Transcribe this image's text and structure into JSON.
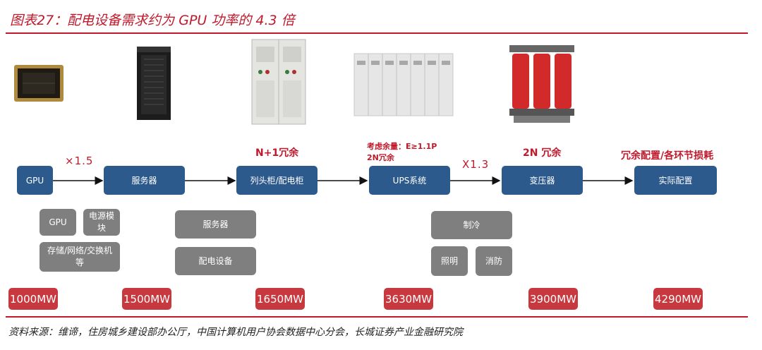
{
  "title": "图表27：配电设备需求约为 GPU 功率的 4.3 倍",
  "source": "资料来源：维谛，住房城乡建设部办公厅，中国计算机用户协会数据中心分会，长城证券产业金融研究院",
  "stages": [
    "GPU",
    "服务器",
    "列头柜/配电柜",
    "UPS系统",
    "变压器",
    "实际配置"
  ],
  "multipliers": {
    "gpu_to_server": "×1.5",
    "ups_to_transformer": "X1.3"
  },
  "notes": {
    "cabinet": "N+1冗余",
    "ups_line1": "考虑余量：E≥1.1P",
    "ups_line2": "2N冗余",
    "transformer": "2N 冗余",
    "actual": "冗余配置/各环节损耗"
  },
  "components": {
    "gpu": [
      "GPU",
      "电源模块",
      "存储/网络/交换机等"
    ],
    "cabinet": [
      "服务器",
      "配电设备"
    ],
    "ups": [
      "制冷",
      "照明",
      "消防"
    ]
  },
  "power": [
    "1000MW",
    "1500MW",
    "1650MW",
    "3630MW",
    "3900MW",
    "4290MW"
  ]
}
